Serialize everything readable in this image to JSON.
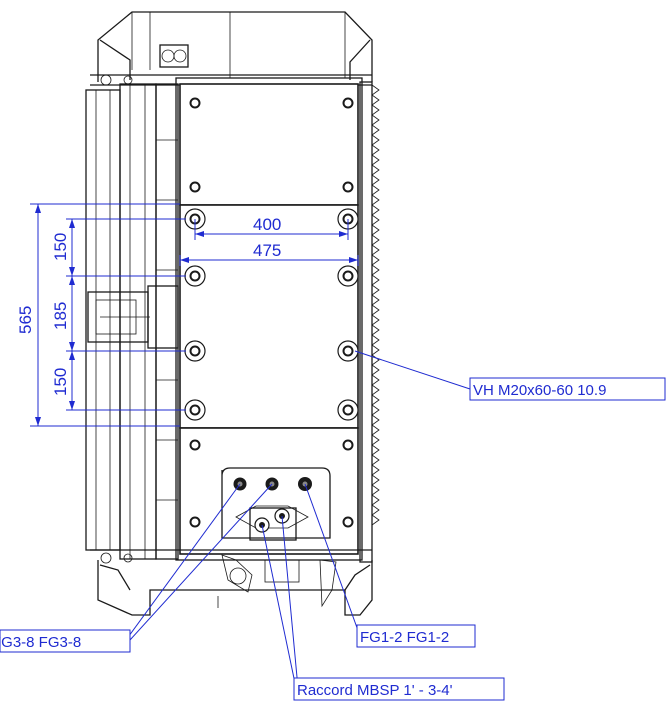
{
  "dimensions": {
    "width_inner": "400",
    "width_outer": "475",
    "height_total": "565",
    "pitch_top": "150",
    "pitch_middle": "185",
    "pitch_bottom": "150"
  },
  "callouts": {
    "bolts": "VH M20x60-60 10.9",
    "port_left": "FG3-8 FG3-8",
    "port_right": "FG1-2 FG1-2",
    "fitting": "Raccord MBSP 1' - 3-4'"
  },
  "colors": {
    "dimension": "#1f2bd1",
    "outline": "#1a1a1a"
  }
}
